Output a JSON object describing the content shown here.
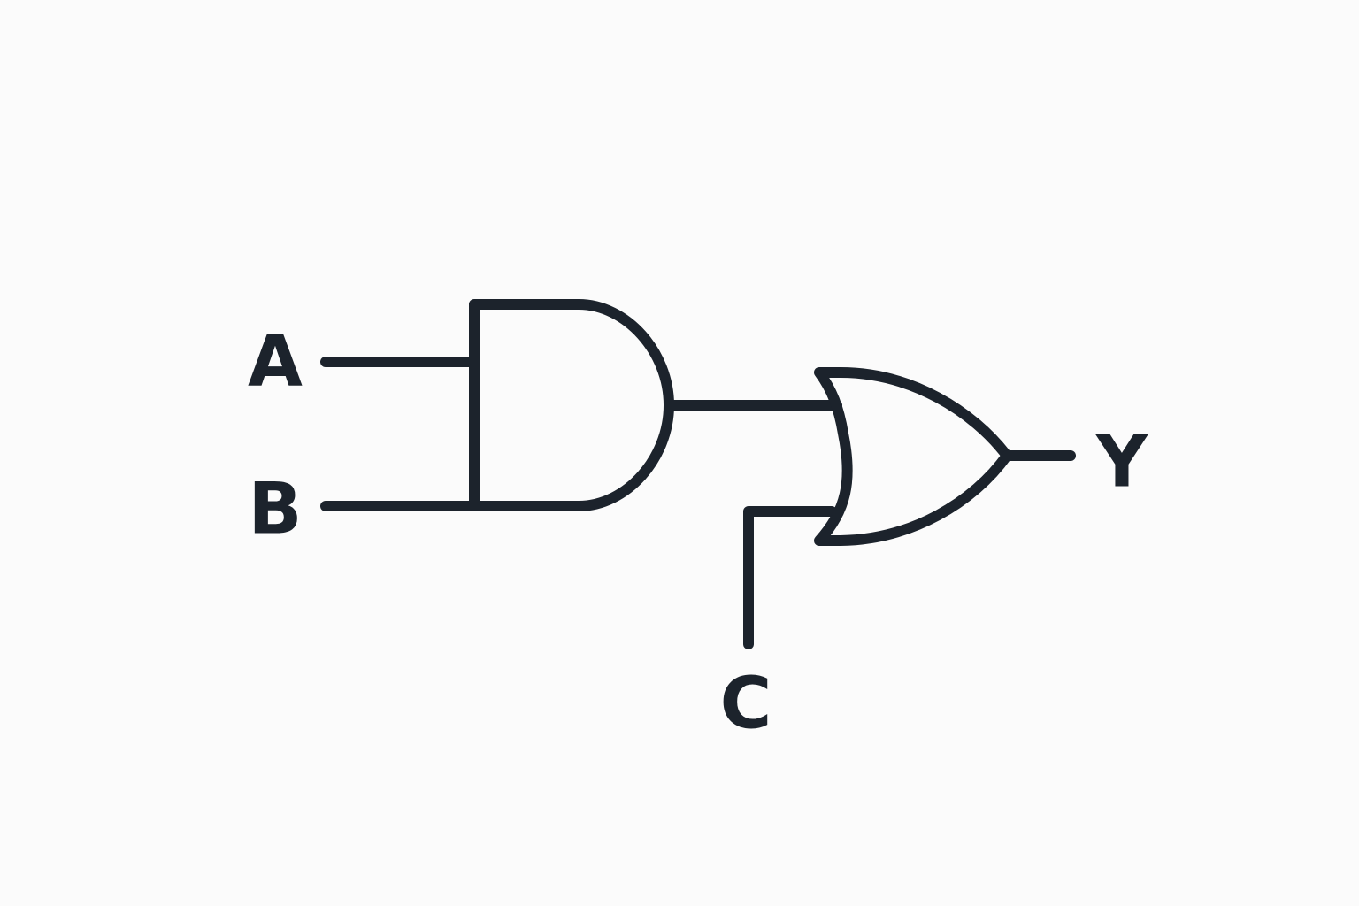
{
  "colors": {
    "background": "#fbfbfb",
    "stroke": "#1c232c"
  },
  "labels": {
    "input_a": "A",
    "input_b": "B",
    "input_c": "C",
    "output_y": "Y"
  },
  "gates": [
    {
      "type": "AND",
      "inputs": [
        "A",
        "B"
      ]
    },
    {
      "type": "OR",
      "inputs": [
        "AND output",
        "C"
      ],
      "output": "Y"
    }
  ]
}
